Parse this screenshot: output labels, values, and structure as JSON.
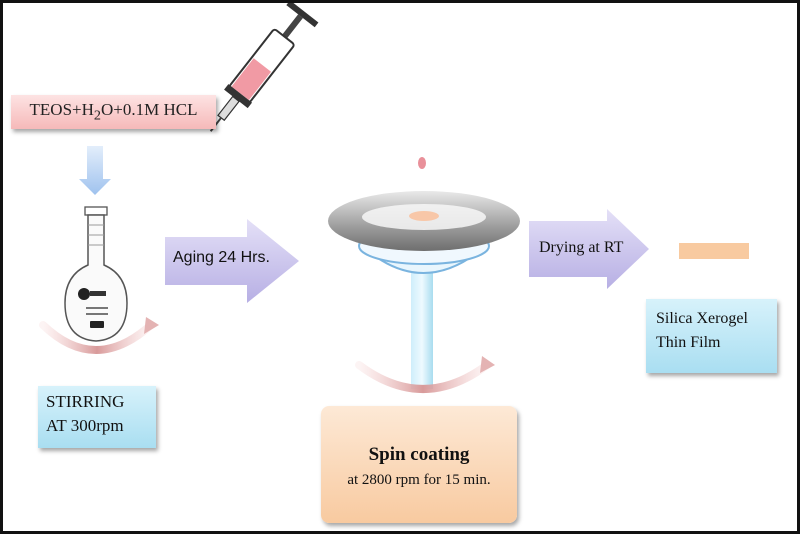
{
  "reagents": {
    "parts": [
      "TEOS+H",
      "2",
      "O+0.1M HCL"
    ]
  },
  "stirring": {
    "line1": "STIRRING",
    "line2": "AT 300rpm"
  },
  "aging": {
    "label": "Aging 24 Hrs."
  },
  "spin": {
    "title": "Spin coating",
    "subtitle": "at 2800 rpm for 15 min."
  },
  "drying": {
    "label": "Drying at RT"
  },
  "product": {
    "line1": "Silica Xerogel",
    "line2": "Thin Film"
  },
  "colors": {
    "reagent_box": "#f6b9b9",
    "stir_box": "#a9def1",
    "spin_box": "#f8caa0",
    "arrow": "#c9c3ec",
    "film": "#f8caa0"
  }
}
